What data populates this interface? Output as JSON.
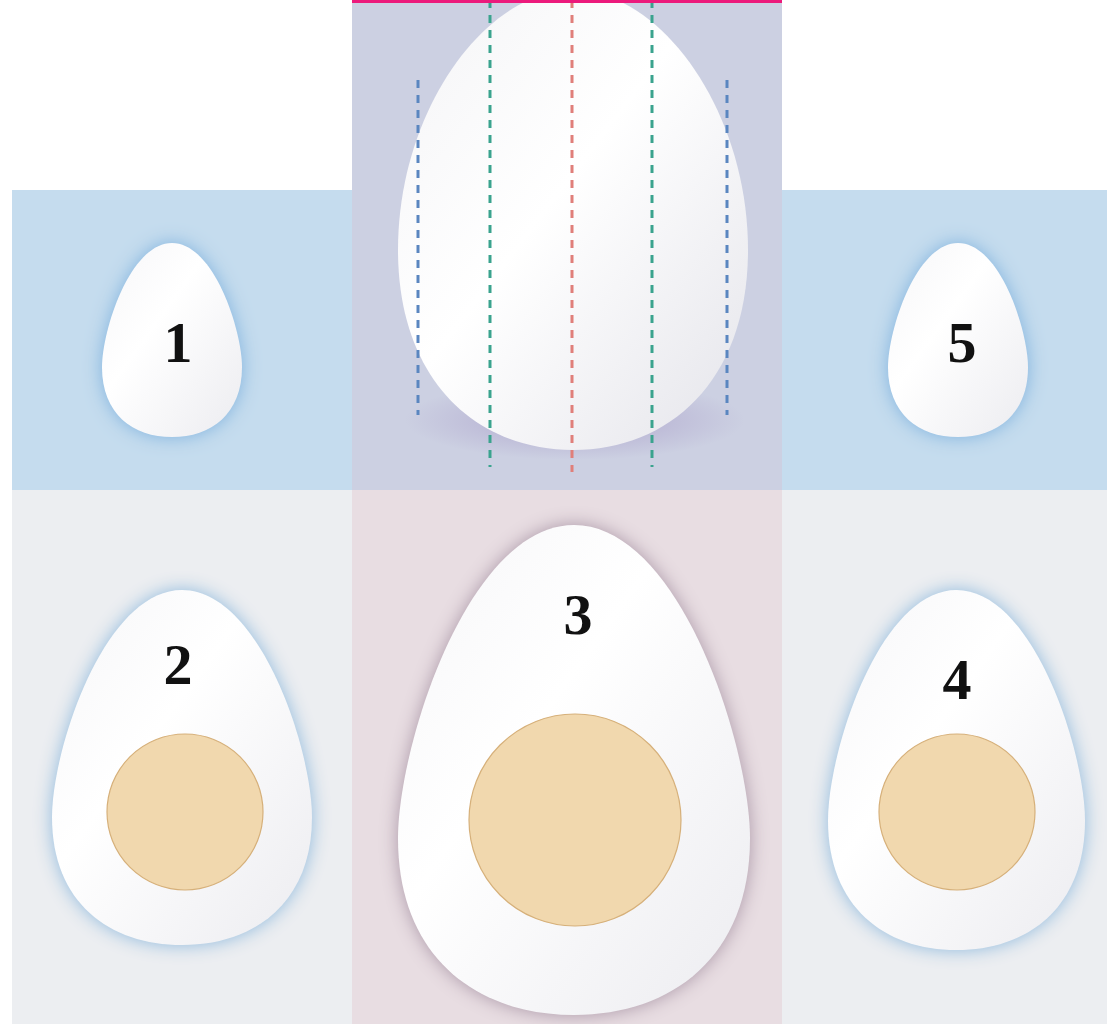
{
  "diagram": {
    "nodes": [
      {
        "text": [
          "1"
        ]
      },
      {
        "text": [
          "5"
        ]
      },
      {
        "text": [
          "2"
        ]
      },
      {
        "text": [
          "3"
        ]
      },
      {
        "text": [
          "4"
        ]
      }
    ]
  }
}
